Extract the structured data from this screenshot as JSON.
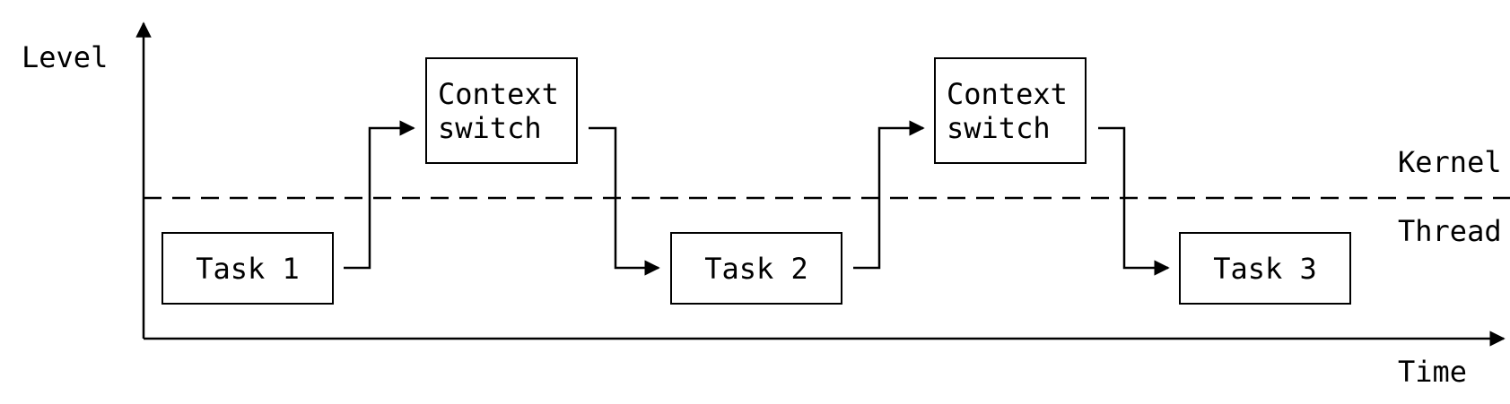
{
  "axes": {
    "y_label": "Level",
    "x_label": "Time",
    "line_color": "#000000"
  },
  "levels": {
    "upper": "Kernel",
    "lower": "Thread"
  },
  "tasks": [
    {
      "label": "Task 1"
    },
    {
      "label": "Task 2"
    },
    {
      "label": "Task 3"
    }
  ],
  "context_switches": [
    {
      "line1": "Context",
      "line2": "switch"
    },
    {
      "line1": "Context",
      "line2": "switch"
    }
  ]
}
